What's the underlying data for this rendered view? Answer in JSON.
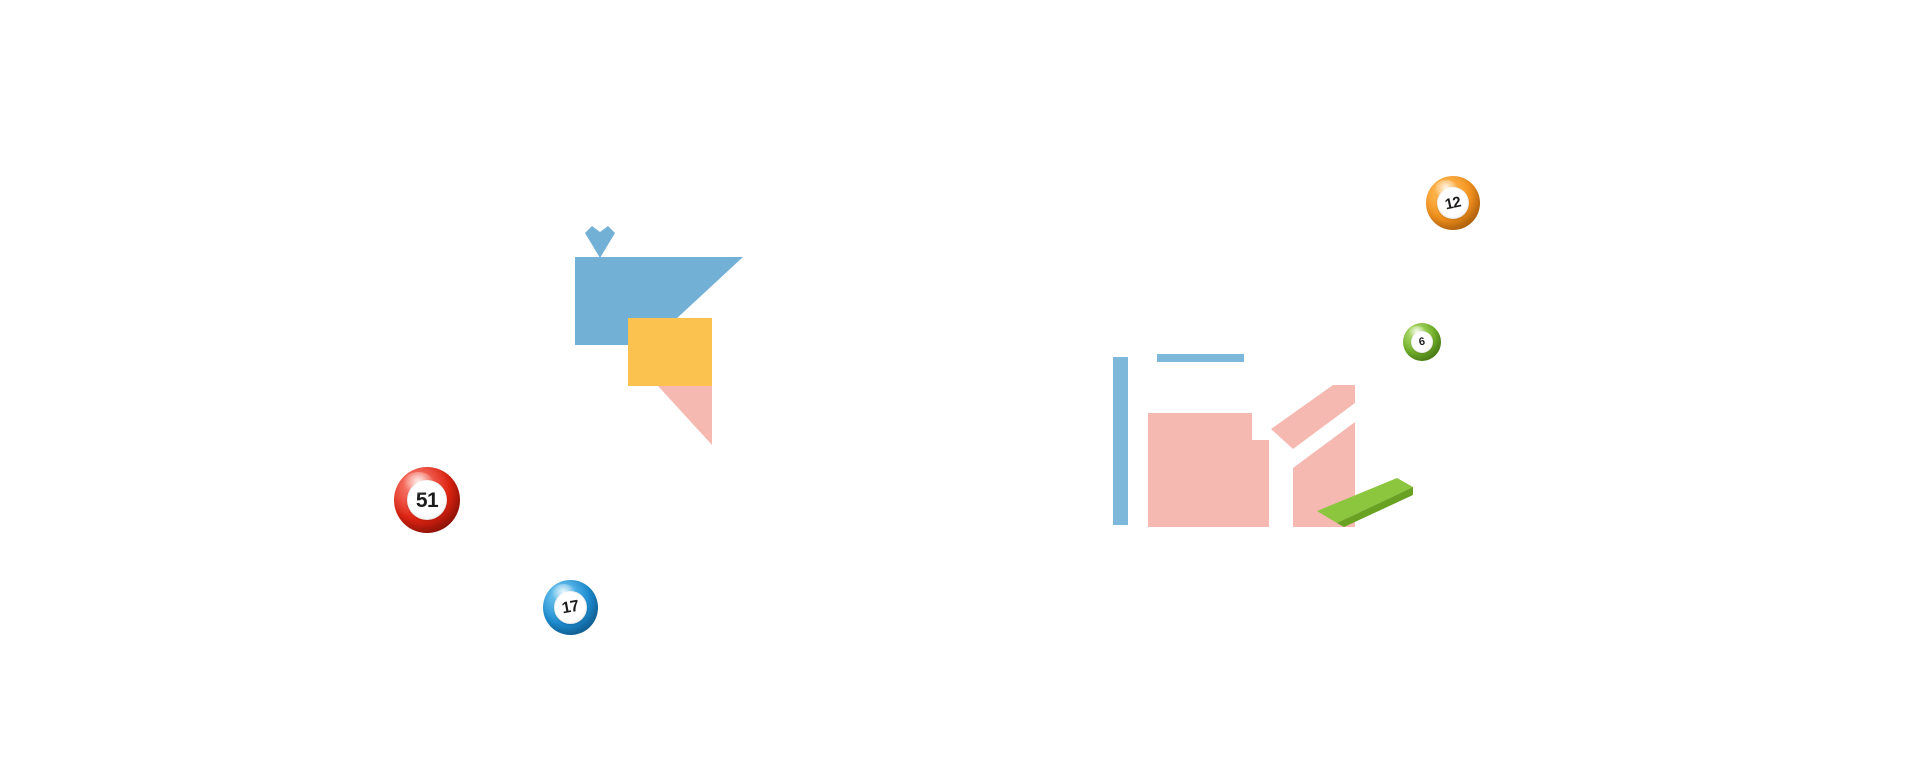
{
  "page": {
    "background": "#ffffff"
  },
  "colors": {
    "illustration_blue": "#73b0d6",
    "illustration_blue_light": "#7db7da",
    "illustration_yellow": "#fcc24f",
    "illustration_pink": "#f5b9b2",
    "illustration_green": "#8cc63f",
    "illustration_green_dark": "#69a122"
  },
  "balls": [
    {
      "number": "51",
      "color": "red",
      "base": "#e02412",
      "highlight": "#ff9084",
      "shadow": "#7e0b02"
    },
    {
      "number": "17",
      "color": "blue",
      "base": "#1e8fd5",
      "highlight": "#7fd0f2",
      "shadow": "#0b5a92"
    },
    {
      "number": "12",
      "color": "orange",
      "base": "#f7941e",
      "highlight": "#ffc05e",
      "shadow": "#b35c06"
    },
    {
      "number": "6",
      "color": "green",
      "base": "#76b82a",
      "highlight": "#b8e07a",
      "shadow": "#3f7212"
    }
  ]
}
